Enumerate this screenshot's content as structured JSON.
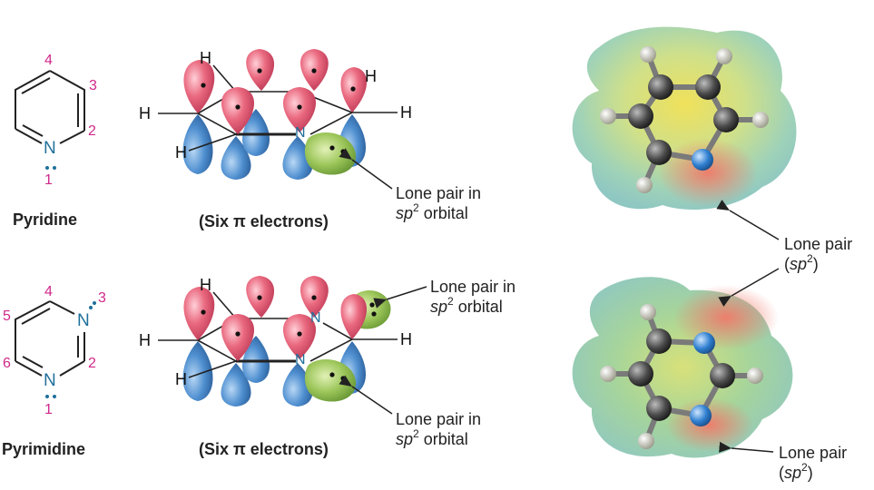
{
  "pyridine": {
    "name": "Pyridine",
    "electrons_label": "(Six π electrons)",
    "n_label": "N",
    "numbers": [
      "4",
      "3",
      "2",
      "1"
    ],
    "orbital_n_label": "N",
    "h_labels": [
      "H",
      "H",
      "H",
      "H",
      "H"
    ],
    "lone_pair_line1": "Lone pair in",
    "lone_pair_sp": "sp",
    "lone_pair_exp": "2",
    "lone_pair_orbital": "orbital"
  },
  "pyrimidine": {
    "name": "Pyrimidine",
    "electrons_label": "(Six π electrons)",
    "n_labels": [
      "N",
      "N"
    ],
    "numbers": [
      "4",
      "3",
      "5",
      "2",
      "6",
      "1"
    ],
    "orbital_n_labels": [
      "N",
      "N"
    ],
    "h_labels": [
      "H",
      "H",
      "H",
      "H"
    ],
    "lone_pair_line1": "Lone pair in",
    "lone_pair_sp": "sp",
    "lone_pair_exp": "2",
    "lone_pair_orbital": "orbital"
  },
  "epm": {
    "lone_pair_label": "Lone pair",
    "lone_pair_sp": "sp",
    "lone_pair_exp": "2"
  },
  "colors": {
    "pink_number": "#d0288a",
    "nitrogen": "#1f6f9b",
    "orbital_red": "#e0566e",
    "orbital_blue": "#3f7fc4",
    "orbital_green": "#8bbd4a"
  }
}
